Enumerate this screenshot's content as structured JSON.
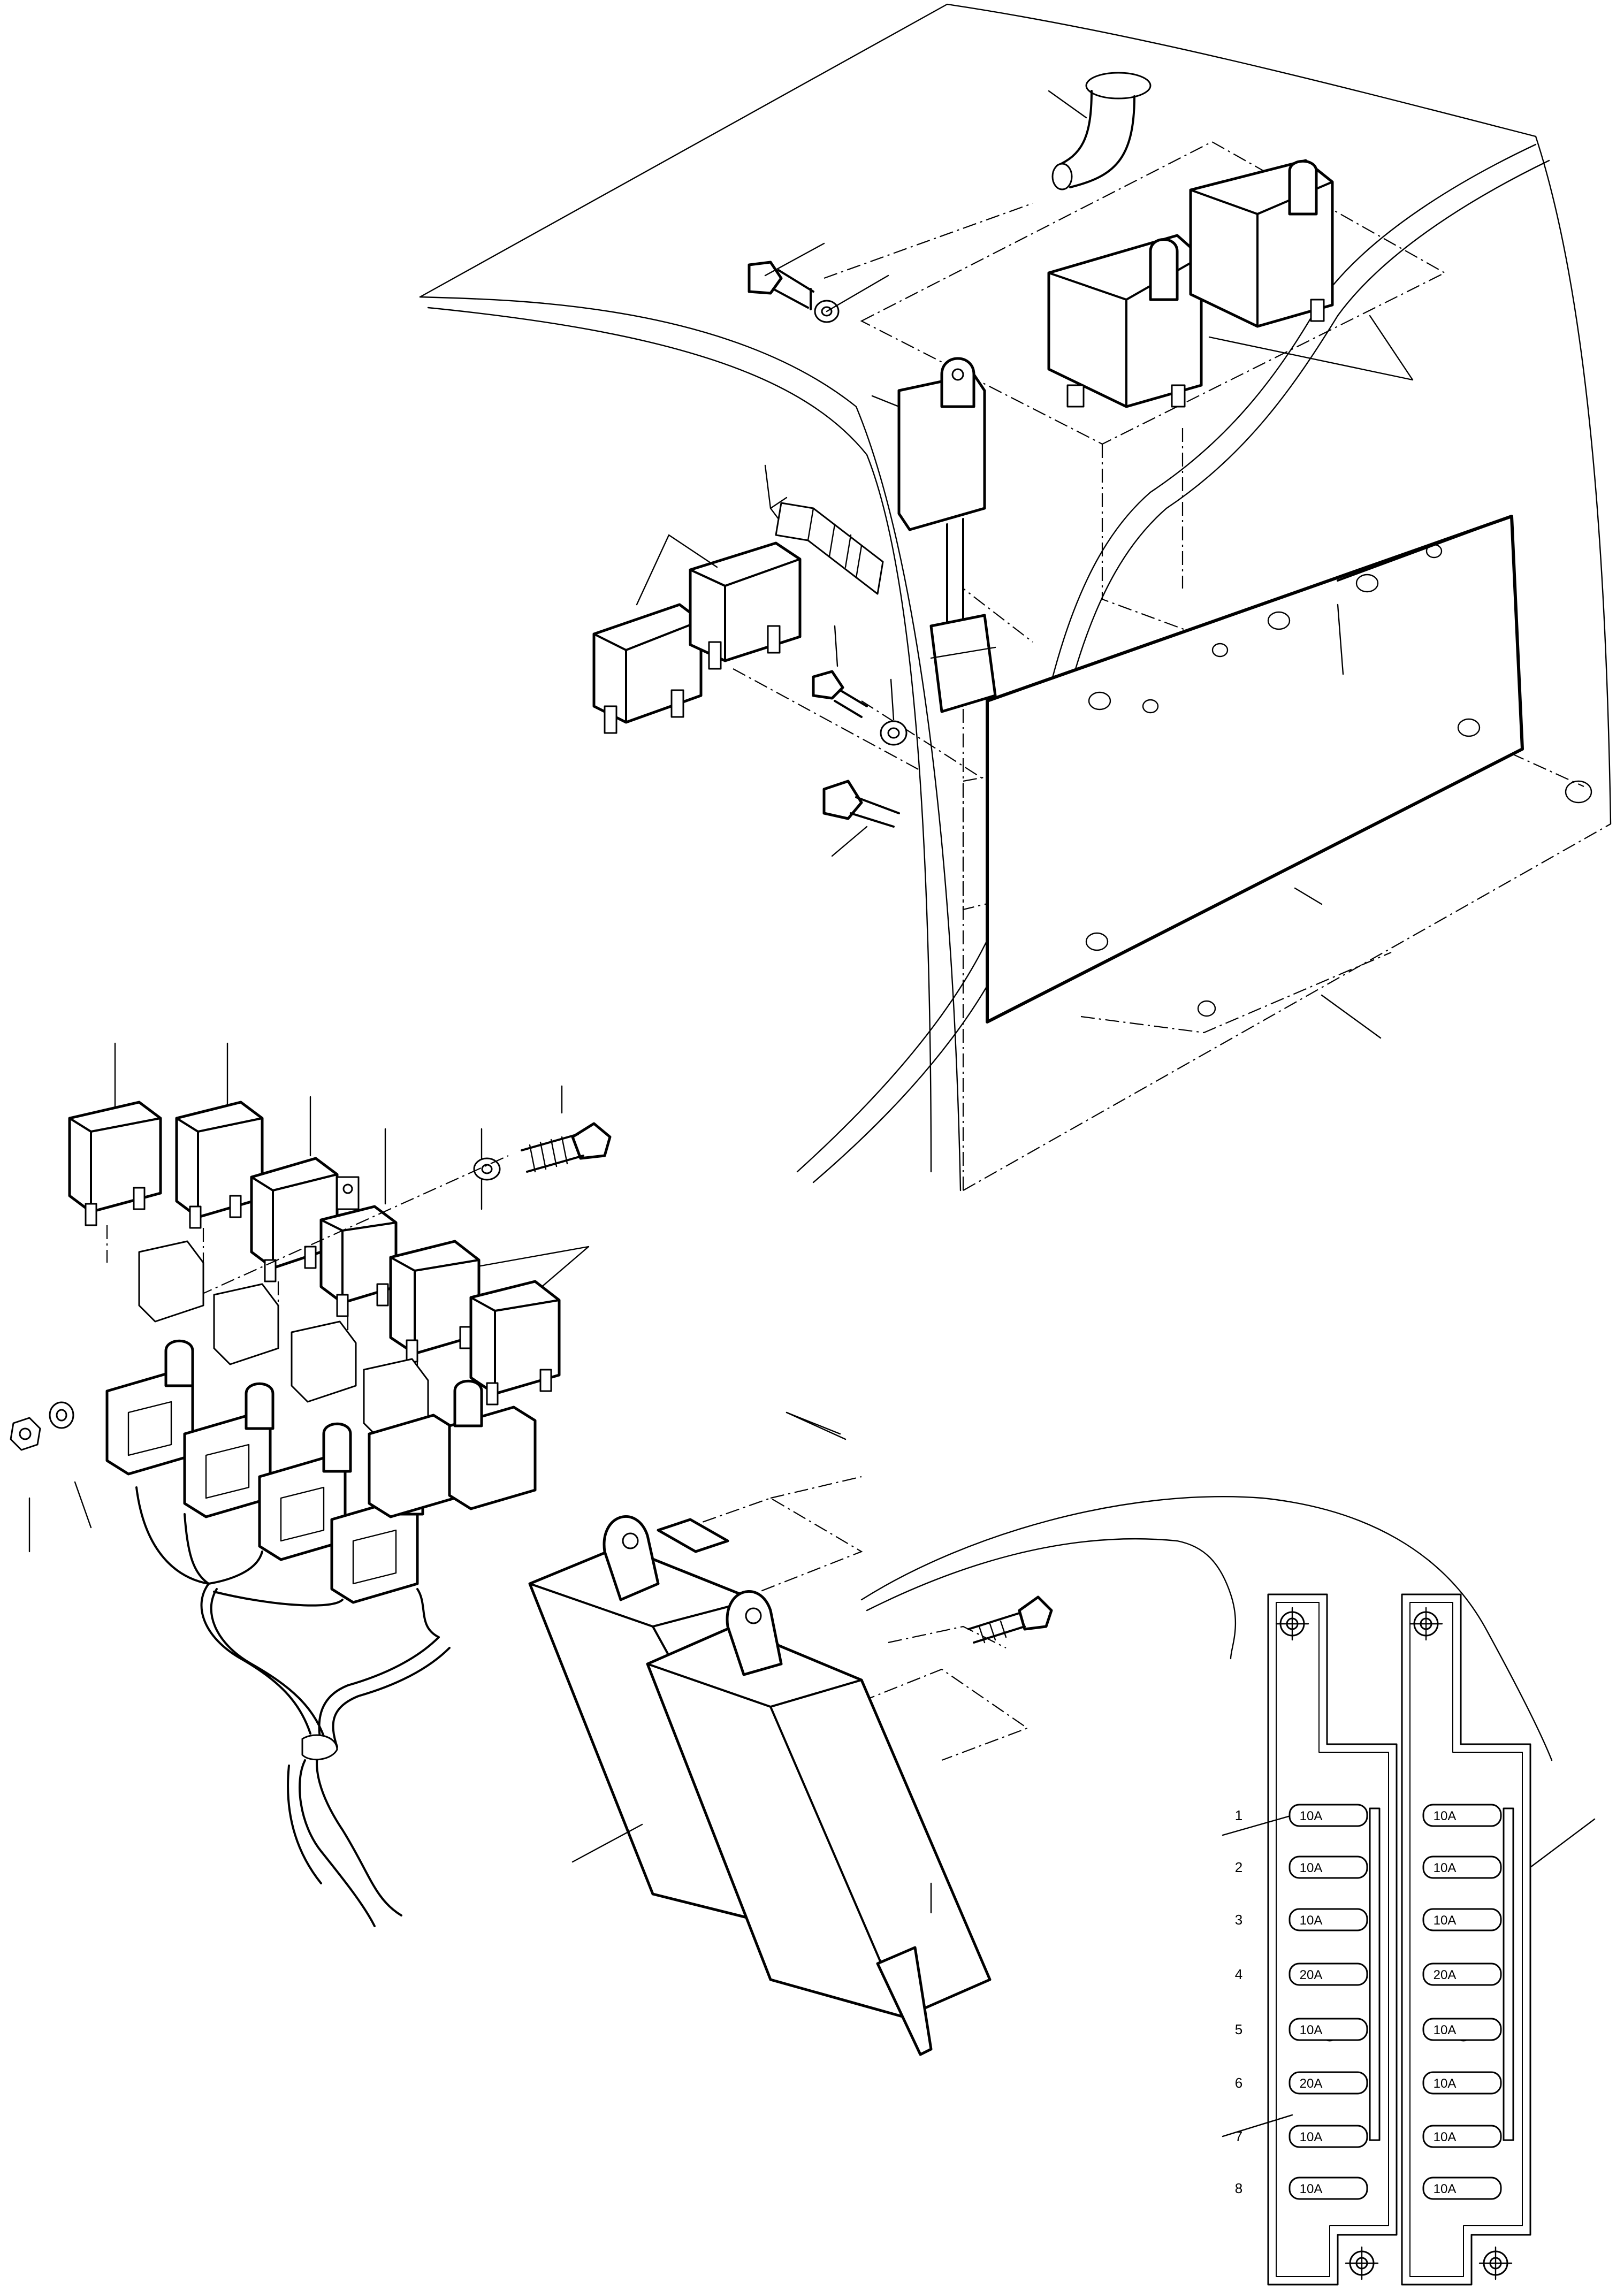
{
  "fuse_rows": [
    {
      "num": "1",
      "left": "10A",
      "right": "10A"
    },
    {
      "num": "2",
      "left": "10A",
      "right": "10A"
    },
    {
      "num": "3",
      "left": "10A",
      "right": "10A"
    },
    {
      "num": "4",
      "left": "20A",
      "right": "20A"
    },
    {
      "num": "5",
      "left": "10A",
      "right": "10A"
    },
    {
      "num": "6",
      "left": "20A",
      "right": "10A"
    },
    {
      "num": "7",
      "left": "10A",
      "right": "10A"
    },
    {
      "num": "8",
      "left": "10A",
      "right": "10A"
    }
  ]
}
